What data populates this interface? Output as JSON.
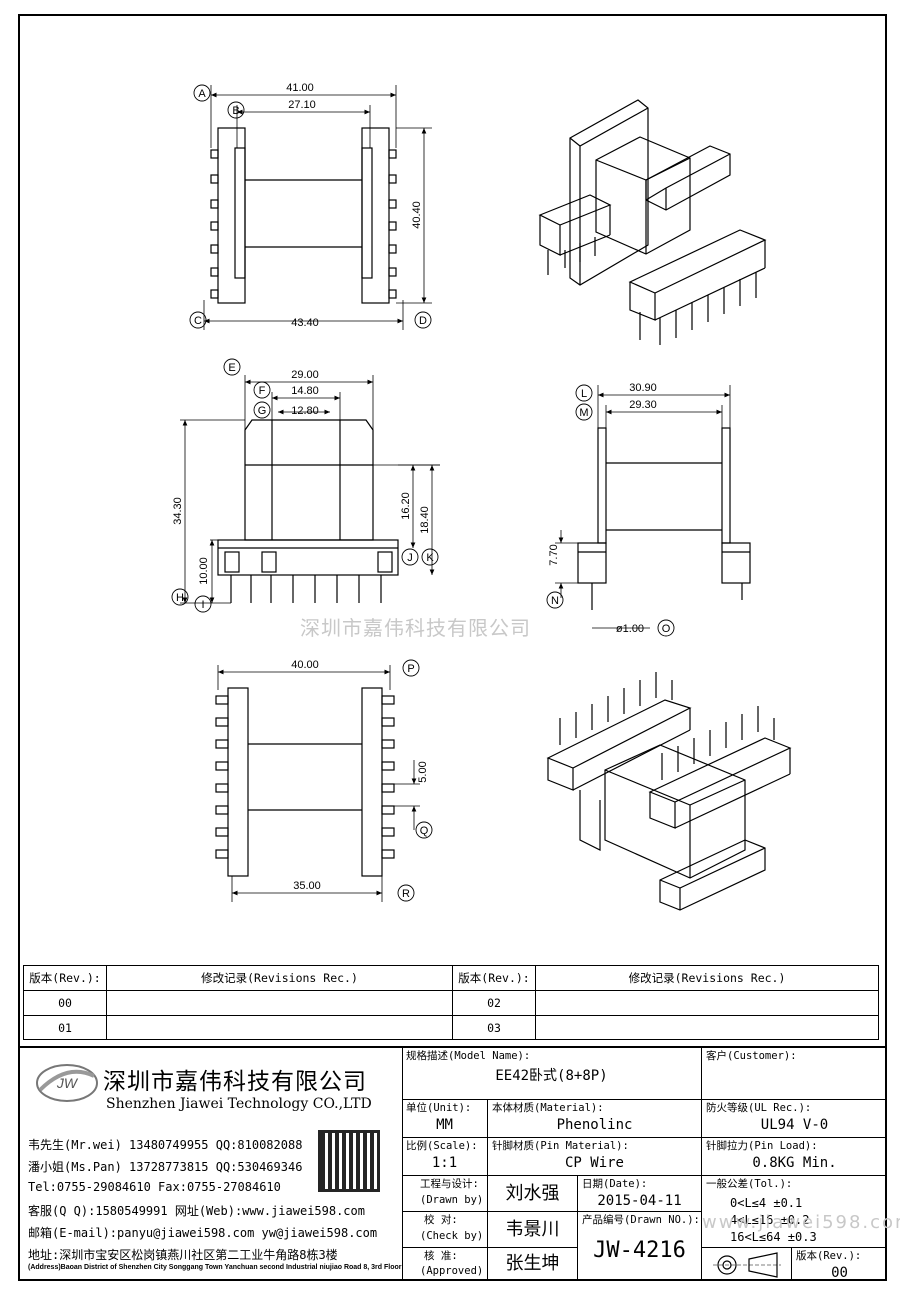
{
  "views": {
    "top": {
      "labels": [
        "A",
        "B",
        "C",
        "D"
      ],
      "dims": {
        "a": "41.00",
        "b": "27.10",
        "c": "43.40",
        "h": "40.40"
      }
    },
    "front": {
      "labels": [
        "E",
        "F",
        "G",
        "H",
        "I",
        "J",
        "K"
      ],
      "dims": {
        "e": "29.00",
        "f": "14.80",
        "g": "12.80",
        "total": "34.30",
        "base": "10.00",
        "h1": "16.20",
        "h2": "18.40"
      }
    },
    "side": {
      "labels": [
        "L",
        "M",
        "N",
        "O"
      ],
      "dims": {
        "l": "30.90",
        "m": "29.30",
        "n": "7.70",
        "o": "ø1.00"
      }
    },
    "bottom": {
      "labels": [
        "P",
        "Q",
        "R"
      ],
      "dims": {
        "p": "40.00",
        "q": "5.00",
        "r": "35.00"
      }
    }
  },
  "watermark": "深圳市嘉伟科技有限公司",
  "watermark2": "www.jiawei598.com",
  "revisions": {
    "headers": [
      "版本(Rev.):",
      "修改记录(Revisions Rec.)",
      "版本(Rev.):",
      "修改记录(Revisions Rec.)"
    ],
    "rows": [
      [
        "00",
        "",
        "02",
        ""
      ],
      [
        "01",
        "",
        "03",
        ""
      ]
    ]
  },
  "company": {
    "logo_text": "JW",
    "name_cn": "深圳市嘉伟科技有限公司",
    "name_en": "Shenzhen Jiawei Technology CO.,LTD",
    "contacts": [
      "韦先生(Mr.wei) 13480749955 QQ:810082088",
      "潘小姐(Ms.Pan) 13728773815 QQ:530469346",
      "Tel:0755-29084610     Fax:0755-27084610",
      "客服(Q Q):1580549991   网址(Web):www.jiawei598.com",
      "邮箱(E-mail):panyu@jiawei598.com  yw@jiawei598.com"
    ],
    "address_cn": "地址:深圳市宝安区松岗镇燕川社区第二工业牛角路8栋3楼",
    "address_en": "(Address)Baoan District of Shenzhen City Songgang Town Yanchuan  second Industrial niujiao Road 8, 3rd Floor"
  },
  "title_block": {
    "model_label": "规格描述(Model Name):",
    "model_value": "EE42卧式(8+8P)",
    "customer_label": "客户(Customer):",
    "customer_value": "",
    "unit_label": "单位(Unit):",
    "unit_value": "MM",
    "material_label": "本体材质(Material):",
    "material_value": "Phenolinc",
    "ul_label": "防火等级(UL Rec.):",
    "ul_value": "UL94 V-0",
    "scale_label": "比例(Scale):",
    "scale_value": "1:1",
    "pin_material_label": "针脚材质(Pin Material):",
    "pin_material_value": "CP Wire",
    "pin_load_label": "针脚拉力(Pin Load):",
    "pin_load_value": "0.8KG Min.",
    "drawn_label": "工程与设计:",
    "drawn_label2": "(Drawn by)",
    "drawn_value": "刘水强",
    "date_label": "日期(Date):",
    "date_value": "2015-04-11",
    "check_label": "校  对:",
    "check_label2": "(Check by)",
    "check_value": "韦景川",
    "drawn_no_label": "产品编号(Drawn NO.):",
    "drawn_no_value": "JW-4216",
    "approved_label": "核  准:",
    "approved_label2": "(Approved)",
    "approved_value": "张生坤",
    "tol_label": "一般公差(Tol.):",
    "tol_rows": [
      "0<L≤4    ±0.1",
      "4<L≤16   ±0.2",
      "16<L≤64  ±0.3"
    ],
    "rev_label": "版本(Rev.):",
    "rev_value": "00"
  }
}
